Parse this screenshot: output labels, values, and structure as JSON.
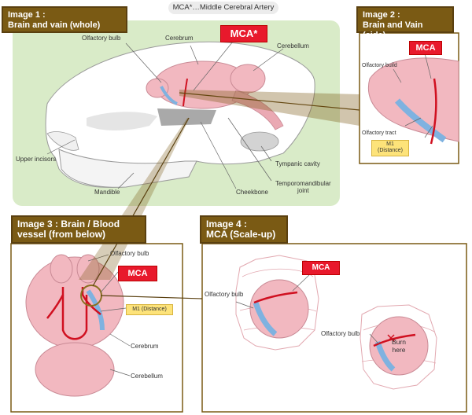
{
  "header": {
    "text": "MCA*…Middle Cerebral Artery"
  },
  "image1": {
    "title_line1": "Image 1 :",
    "title_line2": "Brain and vain (whole)",
    "mca_label": "MCA*",
    "labels": {
      "olfactory_bulb": "Olfactory bulb",
      "cerebrum": "Cerebrum",
      "cerebellum": "Cerebellum",
      "upper_incisors": "Upper incisors",
      "mandible": "Mandible",
      "cheekbone": "Cheekbone",
      "tympanic_cavity": "Tympanic cavity",
      "tmj_line1": "Temporomandibular",
      "tmj_line2": "joint"
    }
  },
  "image2": {
    "title_line1": "Image 2 :",
    "title_line2": "Brain and Vain (side)",
    "mca_label": "MCA",
    "labels": {
      "olfactory_build": "Olfactory build",
      "olfactory_tract": "Olfactory tract",
      "m1_line1": "M1",
      "m1_line2": "(Distance)"
    }
  },
  "image3": {
    "title_line1": "Image 3 : Brain / Blood",
    "title_line2": "vessel (from below)",
    "mca_label": "MCA",
    "labels": {
      "olfactory_bulb": "Olfactory bulb",
      "m1": "M1 (Distance)",
      "cerebrum": "Cerebrum",
      "cerebellum": "Cerebellum"
    }
  },
  "image4": {
    "title_line1": "Image 4 :",
    "title_line2": "MCA (Scale-up)",
    "mca_label": "MCA",
    "labels": {
      "olfactory_bulb_1": "Olfactory bulb",
      "olfactory_bulb_2": "Olfactory bulb",
      "burn_line1": "Burn",
      "burn_line2": "here"
    }
  },
  "colors": {
    "panel_title_bg": "#7a5a14",
    "mca_red": "#e8192c",
    "green_bg": "#d9ebc8",
    "brain_pink": "#f2b8c0",
    "artery_red": "#d01020",
    "olfactory_blue": "#7fb2e0",
    "distance_yellow": "#fde37a"
  }
}
